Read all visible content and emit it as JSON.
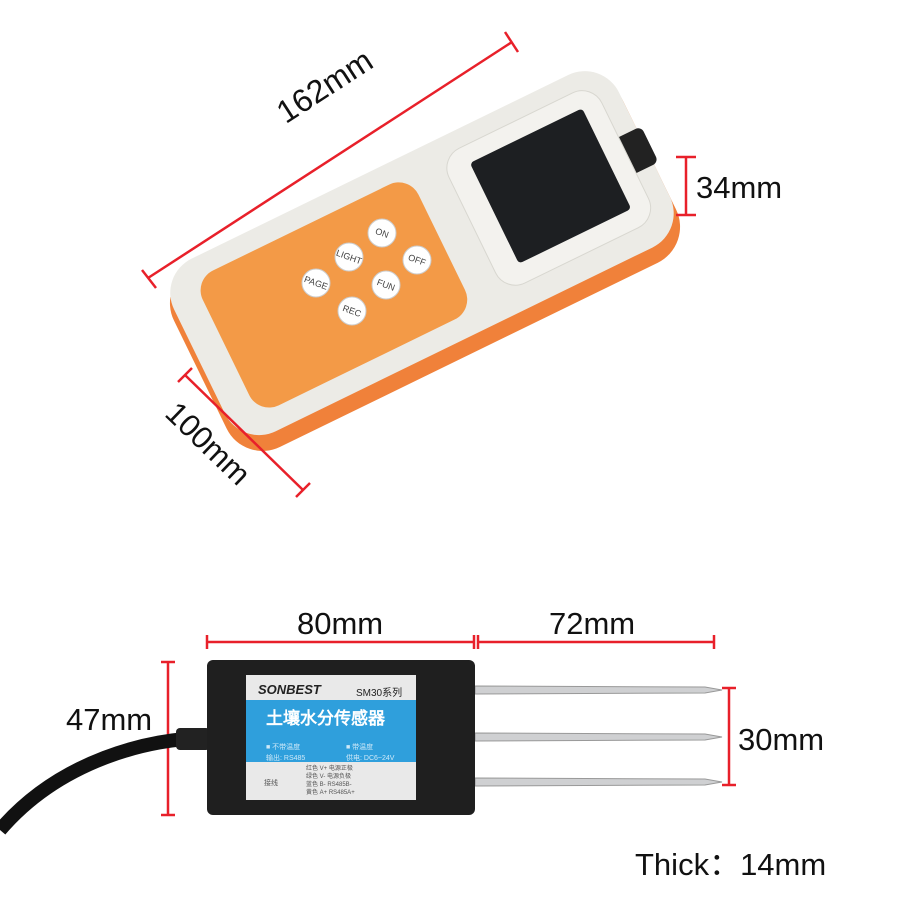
{
  "dimensions": {
    "length": "162mm",
    "screen_height": "34mm",
    "width": "100mm",
    "probe_body_length": "80mm",
    "probe_length": "72mm",
    "probe_body_height": "47mm",
    "probe_spacing": "30mm",
    "thickness": "Thick：14mm"
  },
  "handheld": {
    "buttons": [
      "ON",
      "LIGHT",
      "OFF",
      "PAGE",
      "FUN",
      "REC"
    ]
  },
  "sensor_label": {
    "brand": "SONBEST",
    "series": "SM30系列",
    "title": "土壤水分传感器",
    "opt1": "■ 不带温度",
    "opt2": "■ 带温度",
    "output": "输出: RS485",
    "power": "供电: DC6~24V",
    "wiring_label": "接线",
    "wires": [
      "红色 V+  电源正极",
      "绿色 V-  电源负极",
      "蓝色 B-  RS485B-",
      "黄色 A+  RS485A+"
    ]
  },
  "colors": {
    "dimension_line": "#e8202a",
    "orange": "#f0813a",
    "body": "#ecebe6",
    "sensor": "#1f1f1f",
    "label_blue": "#2f9fdc"
  }
}
